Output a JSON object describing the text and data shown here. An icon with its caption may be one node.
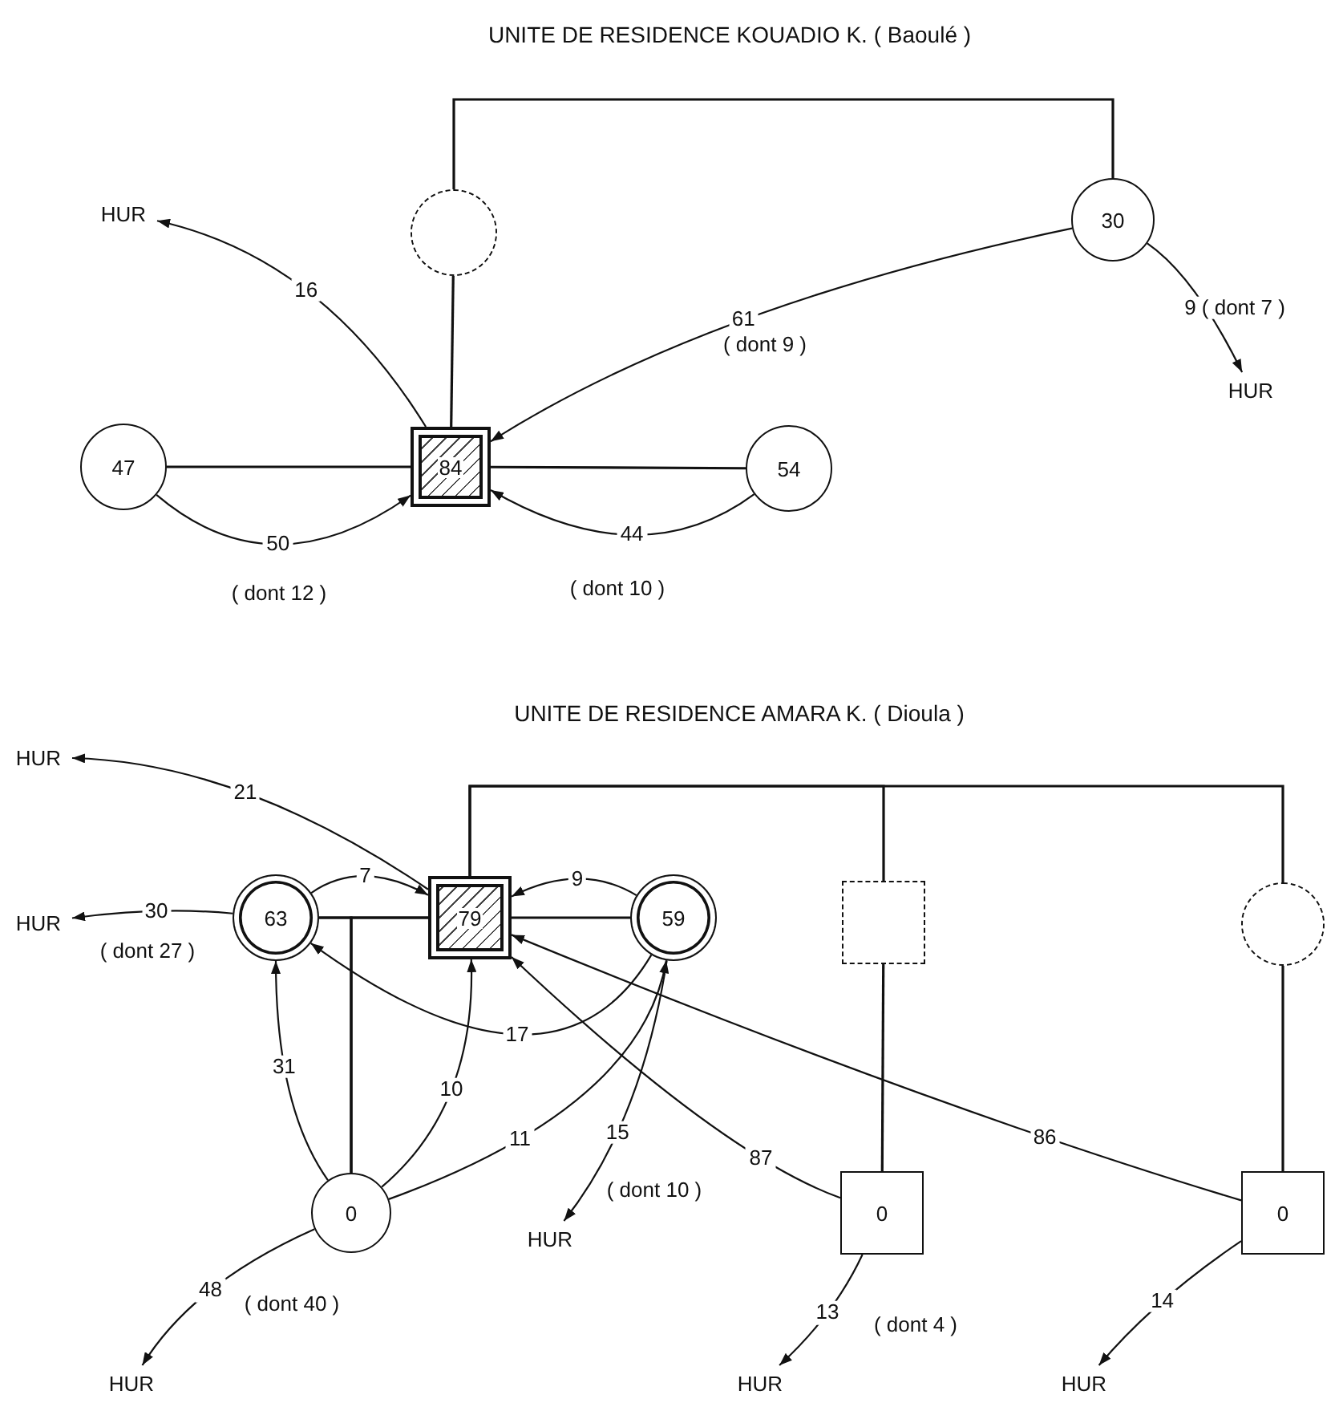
{
  "diagram": {
    "nodes": [
      {
        "text": [],
        "shape": "circle"
      },
      {
        "text": [
          "30"
        ]
      },
      {
        "text": [
          "HUR"
        ]
      },
      {
        "text": [
          "HUR"
        ]
      },
      {
        "text": [
          "84"
        ]
      },
      {
        "text": [
          "47"
        ]
      },
      {
        "text": [
          "54"
        ]
      },
      {
        "text": [
          "HUR"
        ]
      },
      {
        "text": [
          "HUR"
        ]
      },
      {
        "text": [
          "63"
        ]
      },
      {
        "text": [
          "79"
        ]
      },
      {
        "text": [
          "59"
        ]
      },
      {
        "text": [],
        "shape": "box"
      },
      {
        "text": [],
        "shape": "circle"
      },
      {
        "text": [
          "0"
        ]
      },
      {
        "text": [
          "HUR"
        ]
      },
      {
        "text": [
          "0"
        ]
      },
      {
        "text": [
          "0"
        ]
      },
      {
        "text": [
          "HUR"
        ]
      },
      {
        "text": [
          "HUR"
        ]
      },
      {
        "text": [
          "HUR"
        ]
      }
    ],
    "edges": [
      {
        "from": 0,
        "to": 1,
        "arrow": "none"
      },
      {
        "from": 0,
        "to": 4,
        "arrow": "none"
      },
      {
        "from": 5,
        "to": 4,
        "arrow": "none"
      },
      {
        "from": 4,
        "to": 6,
        "arrow": "none"
      },
      {
        "from": 4,
        "to": 2,
        "arrow": "to",
        "label": "16"
      },
      {
        "from": 1,
        "to": 4,
        "arrow": "to",
        "label": "61"
      },
      {
        "from": 1,
        "to": 3,
        "arrow": "to",
        "label": "9 ( dont 7 )"
      },
      {
        "from": 5,
        "to": 4,
        "arrow": "to",
        "label": "50"
      },
      {
        "from": 6,
        "to": 4,
        "arrow": "to",
        "label": "44"
      },
      {
        "from": 10,
        "to": 7,
        "arrow": "to",
        "label": "21"
      },
      {
        "from": 9,
        "to": 8,
        "arrow": "to",
        "label": "30"
      },
      {
        "from": 9,
        "to": 10,
        "arrow": "to",
        "label": "7"
      },
      {
        "from": 11,
        "to": 10,
        "arrow": "to",
        "label": "9"
      },
      {
        "from": 9,
        "to": 10,
        "arrow": "none"
      },
      {
        "from": 10,
        "to": 11,
        "arrow": "none"
      },
      {
        "from": 9,
        "to": 14,
        "arrow": "none"
      },
      {
        "from": 10,
        "to": 14,
        "arrow": "none"
      },
      {
        "from": 10,
        "to": 12,
        "arrow": "none"
      },
      {
        "from": 10,
        "to": 13,
        "arrow": "none"
      },
      {
        "from": 12,
        "to": 16,
        "arrow": "none"
      },
      {
        "from": 13,
        "to": 17,
        "arrow": "none"
      },
      {
        "from": 14,
        "to": 9,
        "arrow": "to",
        "label": "31"
      },
      {
        "from": 14,
        "to": 10,
        "arrow": "to",
        "label": "10"
      },
      {
        "from": 14,
        "to": 11,
        "arrow": "to",
        "label": "11"
      },
      {
        "from": 11,
        "to": 9,
        "arrow": "to",
        "label": "17"
      },
      {
        "from": 11,
        "to": 15,
        "arrow": "to",
        "label": "15"
      },
      {
        "from": 16,
        "to": 10,
        "arrow": "to",
        "label": "87"
      },
      {
        "from": 17,
        "to": 10,
        "arrow": "to",
        "label": "86"
      },
      {
        "from": 14,
        "to": 18,
        "arrow": "to",
        "label": "48"
      },
      {
        "from": 16,
        "to": 19,
        "arrow": "to",
        "label": "13"
      },
      {
        "from": 17,
        "to": 20,
        "arrow": "to",
        "label": "14"
      }
    ],
    "labels": [
      "UNITE DE RESIDENCE KOUADIO K. ( Baoulé )",
      "( dont 9 )",
      "( dont 12 )",
      "( dont 10 )",
      "UNITE DE RESIDENCE AMARA K. ( Dioula )",
      "( dont 27 )",
      "( dont 10 )",
      "( dont 40 )",
      "( dont 4 )"
    ]
  }
}
